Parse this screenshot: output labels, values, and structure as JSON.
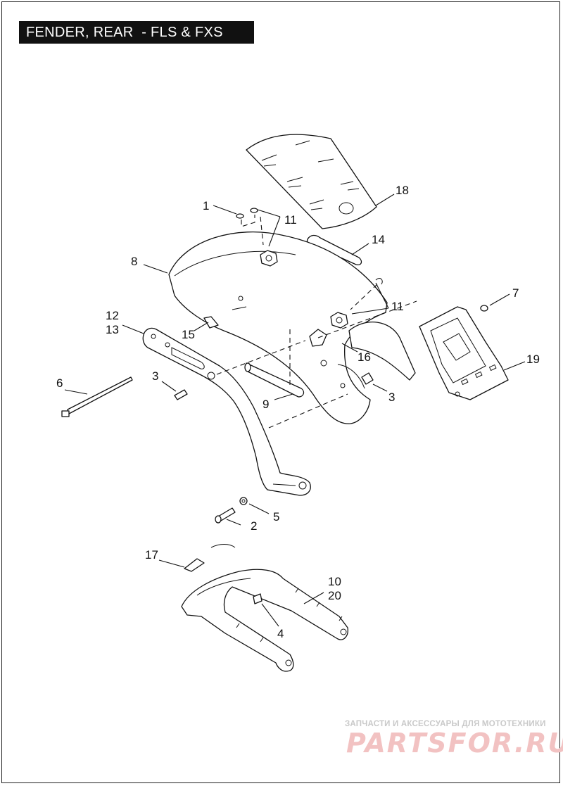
{
  "title": "FENDER, REAR  - FLS & FXS",
  "callouts": {
    "c1": "1",
    "c11a": "11",
    "c18": "18",
    "c14": "14",
    "c8": "8",
    "c7": "7",
    "c11b": "11",
    "c12": "12",
    "c13": "13",
    "c15": "15",
    "c16": "16",
    "c19": "19",
    "c6": "6",
    "c3a": "3",
    "c3b": "3",
    "c9": "9",
    "c5": "5",
    "c2": "2",
    "c17": "17",
    "c10": "10",
    "c20": "20",
    "c4": "4"
  },
  "watermark": {
    "caption": "ЗАПЧАСТИ И АКСЕССУАРЫ ДЛЯ МОТОТЕХНИКИ",
    "logo": "PARTSFOR.RU"
  }
}
